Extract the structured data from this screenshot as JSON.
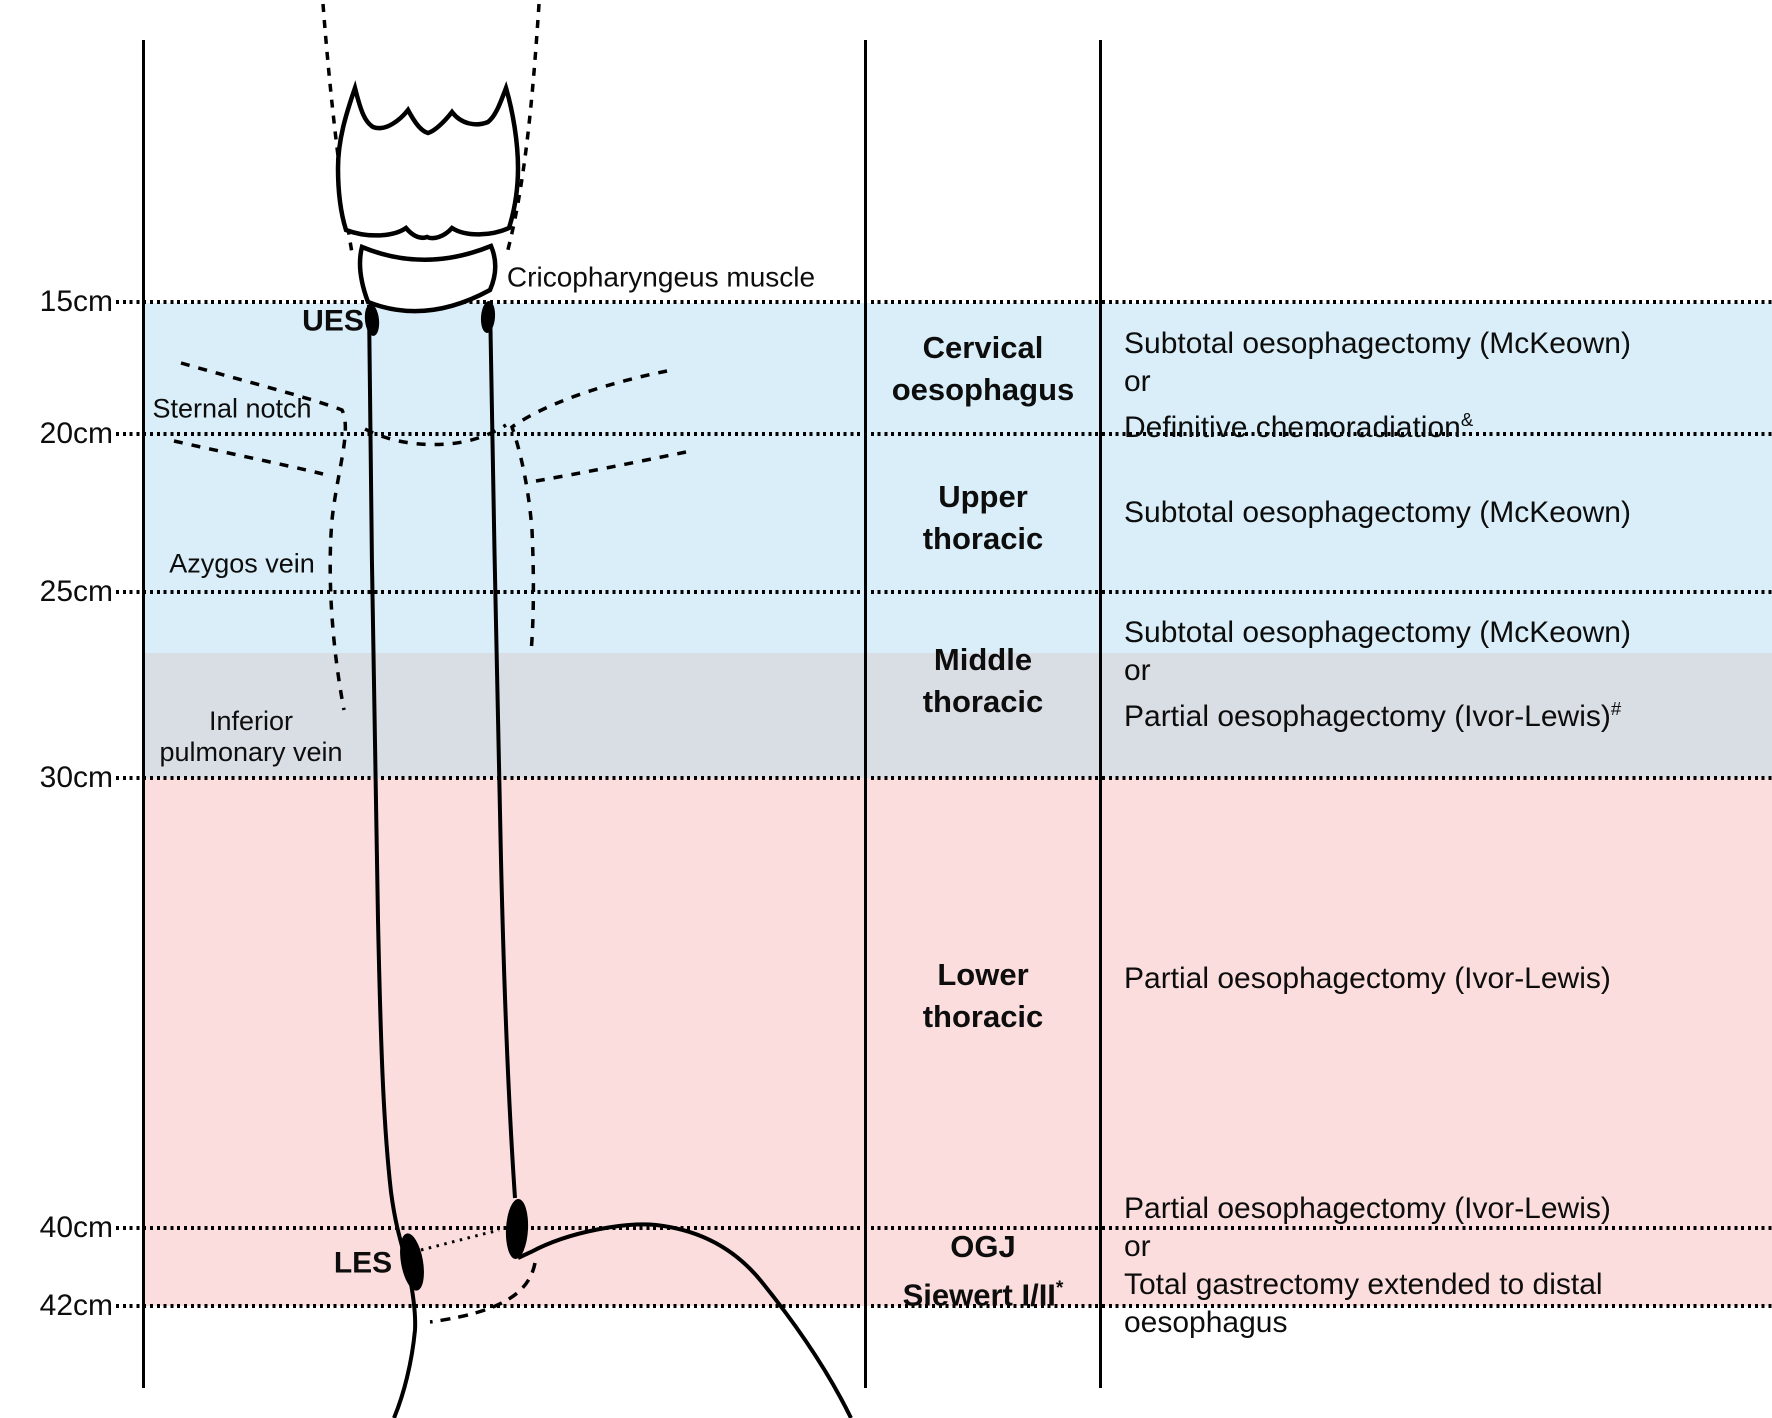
{
  "ruler": {
    "marks": [
      {
        "label": "15cm"
      },
      {
        "label": "20cm"
      },
      {
        "label": "25cm"
      },
      {
        "label": "30cm"
      },
      {
        "label": "40cm"
      },
      {
        "label": "42cm"
      }
    ]
  },
  "anatomy_labels": {
    "cricopharyngeus": "Cricopharyngeus muscle",
    "ues": "UES",
    "sternal_notch": "Sternal notch",
    "azygos_vein": "Azygos vein",
    "inferior_pulmonary_line1": "Inferior",
    "inferior_pulmonary_line2": "pulmonary vein",
    "les": "LES"
  },
  "regions": [
    {
      "label_lines": [
        "Cervical",
        "oesophagus"
      ],
      "treatments": [
        {
          "text": "Subtotal oesophagectomy (McKeown)"
        },
        {
          "text": "or"
        },
        {
          "text": "Definitive chemoradiation",
          "sup": "&"
        }
      ]
    },
    {
      "label_lines": [
        "Upper",
        "thoracic"
      ],
      "treatments": [
        {
          "text": "Subtotal oesophagectomy (McKeown)"
        }
      ]
    },
    {
      "label_lines": [
        "Middle",
        "thoracic"
      ],
      "treatments": [
        {
          "text": "Subtotal oesophagectomy (McKeown)"
        },
        {
          "text": "or"
        },
        {
          "text": "Partial oesophagectomy (Ivor-Lewis)",
          "sup": "#"
        }
      ]
    },
    {
      "label_lines": [
        "Lower",
        "thoracic"
      ],
      "treatments": [
        {
          "text": "Partial oesophagectomy (Ivor-Lewis)"
        }
      ]
    },
    {
      "label_lines": [
        "OGJ",
        "Siewert I/II"
      ],
      "label_sup": "*",
      "treatments": [
        {
          "text": "Partial oesophagectomy (Ivor-Lewis)"
        },
        {
          "text": "or"
        },
        {
          "text": "Total gastrectomy extended to distal oesophagus"
        }
      ]
    }
  ],
  "colors": {
    "cervical_upper_band": "#d9eef8",
    "middle_band": "#d9dde4",
    "lower_band": "#fbdddd",
    "line": "#000000"
  }
}
